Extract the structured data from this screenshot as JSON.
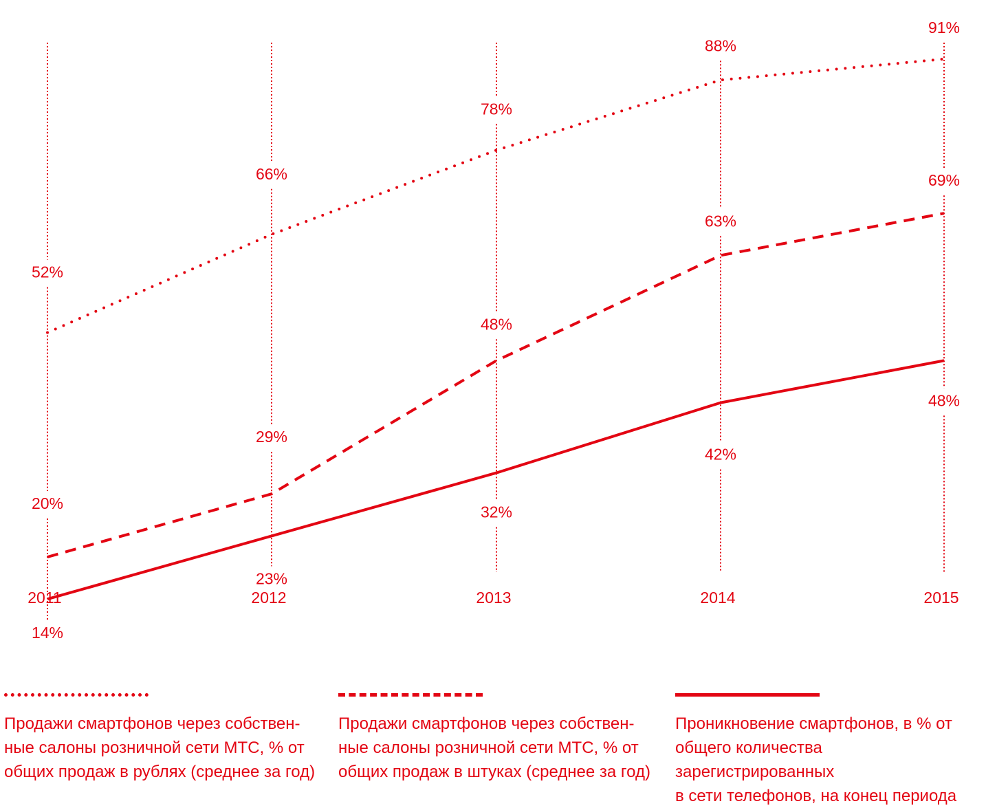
{
  "colors": {
    "accent": "#e30613"
  },
  "chart_data": {
    "type": "line",
    "x": [
      "2011",
      "2012",
      "2013",
      "2014",
      "2015"
    ],
    "ylim": [
      0,
      100
    ],
    "grid": "vertical dotted lines at each year",
    "legend_position": "bottom",
    "series": [
      {
        "key": "rubles",
        "style": "dotted",
        "values": [
          52,
          66,
          78,
          88,
          91
        ],
        "labels": [
          "52%",
          "66%",
          "78%",
          "88%",
          "91%"
        ],
        "legend": "Продажи смартфонов через собствен-\nные салоны розничной сети МТС, % от\nобщих продаж в рублях (среднее за год)"
      },
      {
        "key": "units",
        "style": "dashed",
        "values": [
          20,
          29,
          48,
          63,
          69
        ],
        "labels": [
          "20%",
          "29%",
          "48%",
          "63%",
          "69%"
        ],
        "legend": "Продажи смартфонов через собствен-\nные салоны розничной сети МТС, % от\nобщих продаж в штуках (среднее за год)"
      },
      {
        "key": "penetration",
        "style": "solid",
        "values": [
          14,
          23,
          32,
          42,
          48
        ],
        "labels": [
          "14%",
          "23%",
          "32%",
          "42%",
          "48%"
        ],
        "legend": "Проникновение смартфонов, в % от\nобщего количества зарегистрированных\nв сети телефонов, на конец периода"
      }
    ]
  }
}
